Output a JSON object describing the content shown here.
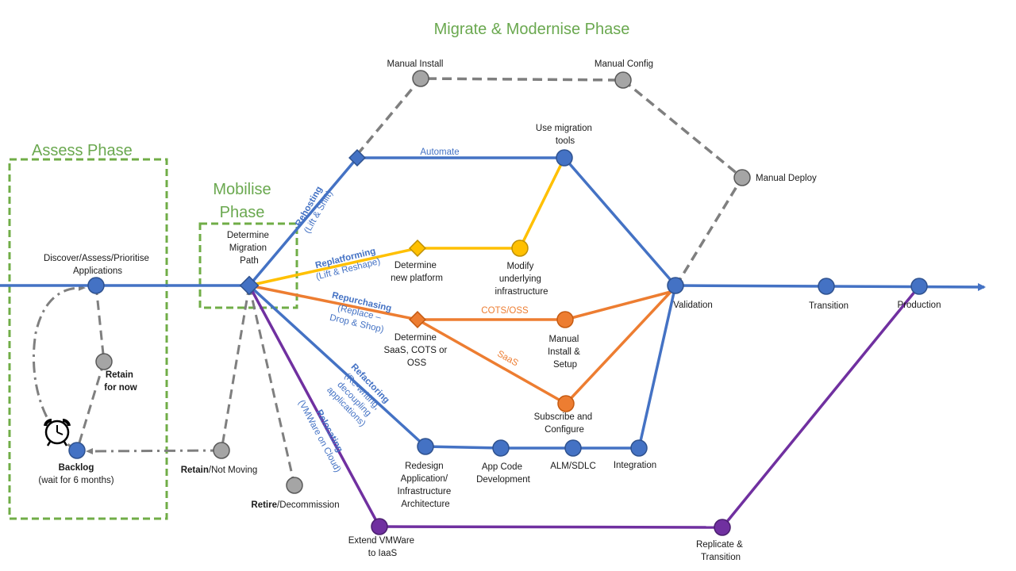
{
  "phases": {
    "assess": "Assess Phase",
    "mobilise_line1": "Mobilise",
    "mobilise_line2": "Phase",
    "migrate": "Migrate & Modernise Phase"
  },
  "nodes": {
    "discover": [
      "Discover/Assess/Prioritise",
      "Applications"
    ],
    "retain_for_now": [
      "Retain",
      "for now"
    ],
    "backlog_title": "Backlog",
    "backlog_sub": "(wait for 6 months)",
    "retain_bold": "Retain",
    "retain_rest": "/Not Moving",
    "retire_bold": "Retire",
    "retire_rest": "/Decommission",
    "determine_path": [
      "Determine",
      "Migration",
      "Path"
    ],
    "manual_install": "Manual Install",
    "manual_config": "Manual Config",
    "use_migration_tools": [
      "Use migration",
      "tools"
    ],
    "manual_deploy": "Manual Deploy",
    "determine_platform": [
      "Determine",
      "new platform"
    ],
    "modify_infra": [
      "Modify",
      "underlying",
      "infrastructure"
    ],
    "determine_saas": [
      "Determine",
      "SaaS, COTS or",
      "OSS"
    ],
    "manual_install_setup": [
      "Manual",
      "Install &",
      "Setup"
    ],
    "subscribe_configure": [
      "Subscribe and",
      "Configure"
    ],
    "redesign": [
      "Redesign",
      "Application/",
      "Infrastructure",
      "Architecture"
    ],
    "app_code": [
      "App Code",
      "Development"
    ],
    "alm": "ALM/SDLC",
    "integration": "Integration",
    "validation": "Validation",
    "transition": "Transition",
    "production": "Production",
    "extend_vmware": [
      "Extend VMWare",
      "to IaaS"
    ],
    "replicate": [
      "Replicate &",
      "Transition"
    ]
  },
  "edges": {
    "automate": "Automate",
    "cots_oss": "COTS/OSS",
    "saas": "SaaS"
  },
  "paths": {
    "rehosting": "Rehosting",
    "rehosting_sub": "(Lift & Shift)",
    "replatforming": "Replatforming",
    "replatforming_sub": "(Lift & Reshape)",
    "repurchasing": "Repurchasing",
    "repurchasing_sub1": "(Replace –",
    "repurchasing_sub2": "Drop & Shop)",
    "refactoring": "Refactoring",
    "refactoring_sub": [
      "(Re-writing,",
      "decoupling",
      "applications)"
    ],
    "relocating": "Relocating",
    "relocating_sub": "(VMWare on Cloud)"
  },
  "icons": {
    "alarm": "alarm-clock-icon"
  },
  "colors": {
    "blue": "#4472c4",
    "yellow": "#ffc000",
    "orange": "#ed7d31",
    "purple": "#7030a0",
    "grey": "#a5a5a5",
    "dash": "#7f7f7f",
    "phase_green": "#70ad47"
  }
}
